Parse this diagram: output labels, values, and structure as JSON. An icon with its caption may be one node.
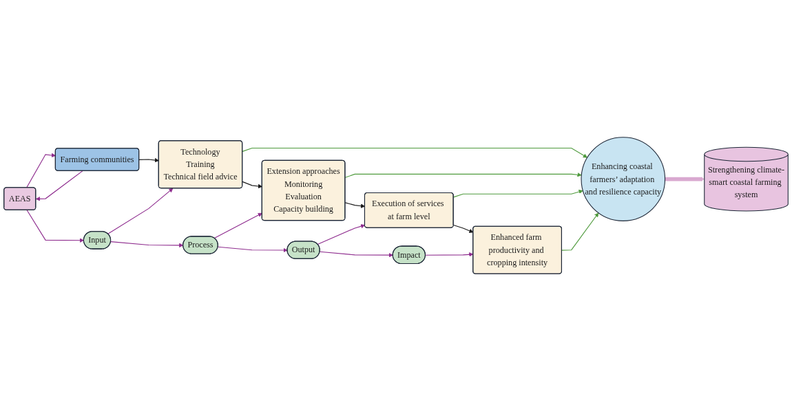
{
  "diagram": {
    "nodes": [
      {
        "text": [
          "AEAS"
        ]
      },
      {
        "text": [
          "Farming communities"
        ]
      },
      {
        "text": [
          "Input"
        ]
      },
      {
        "text": [
          "Technology",
          "Training",
          "Technical field advice"
        ]
      },
      {
        "text": [
          "Process"
        ]
      },
      {
        "text": [
          "Extension approaches",
          "Monitoring",
          "Evaluation",
          "Capacity building"
        ]
      },
      {
        "text": [
          "Output"
        ]
      },
      {
        "text": [
          "Execution of services at farm level"
        ]
      },
      {
        "text": [
          "Impact"
        ]
      },
      {
        "text": [
          "Enhanced farm productivity and cropping intensity"
        ]
      },
      {
        "text": [
          "Enhancing coastal farmers’ adaptation and resilience capacity"
        ]
      },
      {
        "text": [
          "Strengthening climate-smart coastal farming system"
        ]
      }
    ],
    "edges": [
      {
        "from": 0,
        "to": 1,
        "arrow": "to"
      },
      {
        "from": 1,
        "to": 0,
        "arrow": "to"
      },
      {
        "from": 0,
        "to": 2,
        "arrow": "to"
      },
      {
        "from": 1,
        "to": 3,
        "arrow": "to",
        "color": "#1a1a1a"
      },
      {
        "from": 2,
        "to": 3,
        "arrow": "to"
      },
      {
        "from": 2,
        "to": 4,
        "arrow": "to"
      },
      {
        "from": 3,
        "to": 5,
        "arrow": "to",
        "color": "#1a1a1a"
      },
      {
        "from": 4,
        "to": 5,
        "arrow": "to"
      },
      {
        "from": 4,
        "to": 6,
        "arrow": "to"
      },
      {
        "from": 5,
        "to": 7,
        "arrow": "to",
        "color": "#1a1a1a"
      },
      {
        "from": 6,
        "to": 7,
        "arrow": "to"
      },
      {
        "from": 6,
        "to": 8,
        "arrow": "to"
      },
      {
        "from": 7,
        "to": 9,
        "arrow": "to",
        "color": "#1a1a1a"
      },
      {
        "from": 8,
        "to": 9,
        "arrow": "to"
      },
      {
        "from": 3,
        "to": 10,
        "arrow": "to",
        "color": "#4e9a3c"
      },
      {
        "from": 5,
        "to": 10,
        "arrow": "to",
        "color": "#4e9a3c"
      },
      {
        "from": 7,
        "to": 10,
        "arrow": "to",
        "color": "#4e9a3c"
      },
      {
        "from": 9,
        "to": 10,
        "arrow": "to",
        "color": "#4e9a3c"
      },
      {
        "from": 10,
        "to": 11,
        "arrow": "to",
        "style": "thick",
        "color": "#d9a9d0"
      }
    ]
  }
}
